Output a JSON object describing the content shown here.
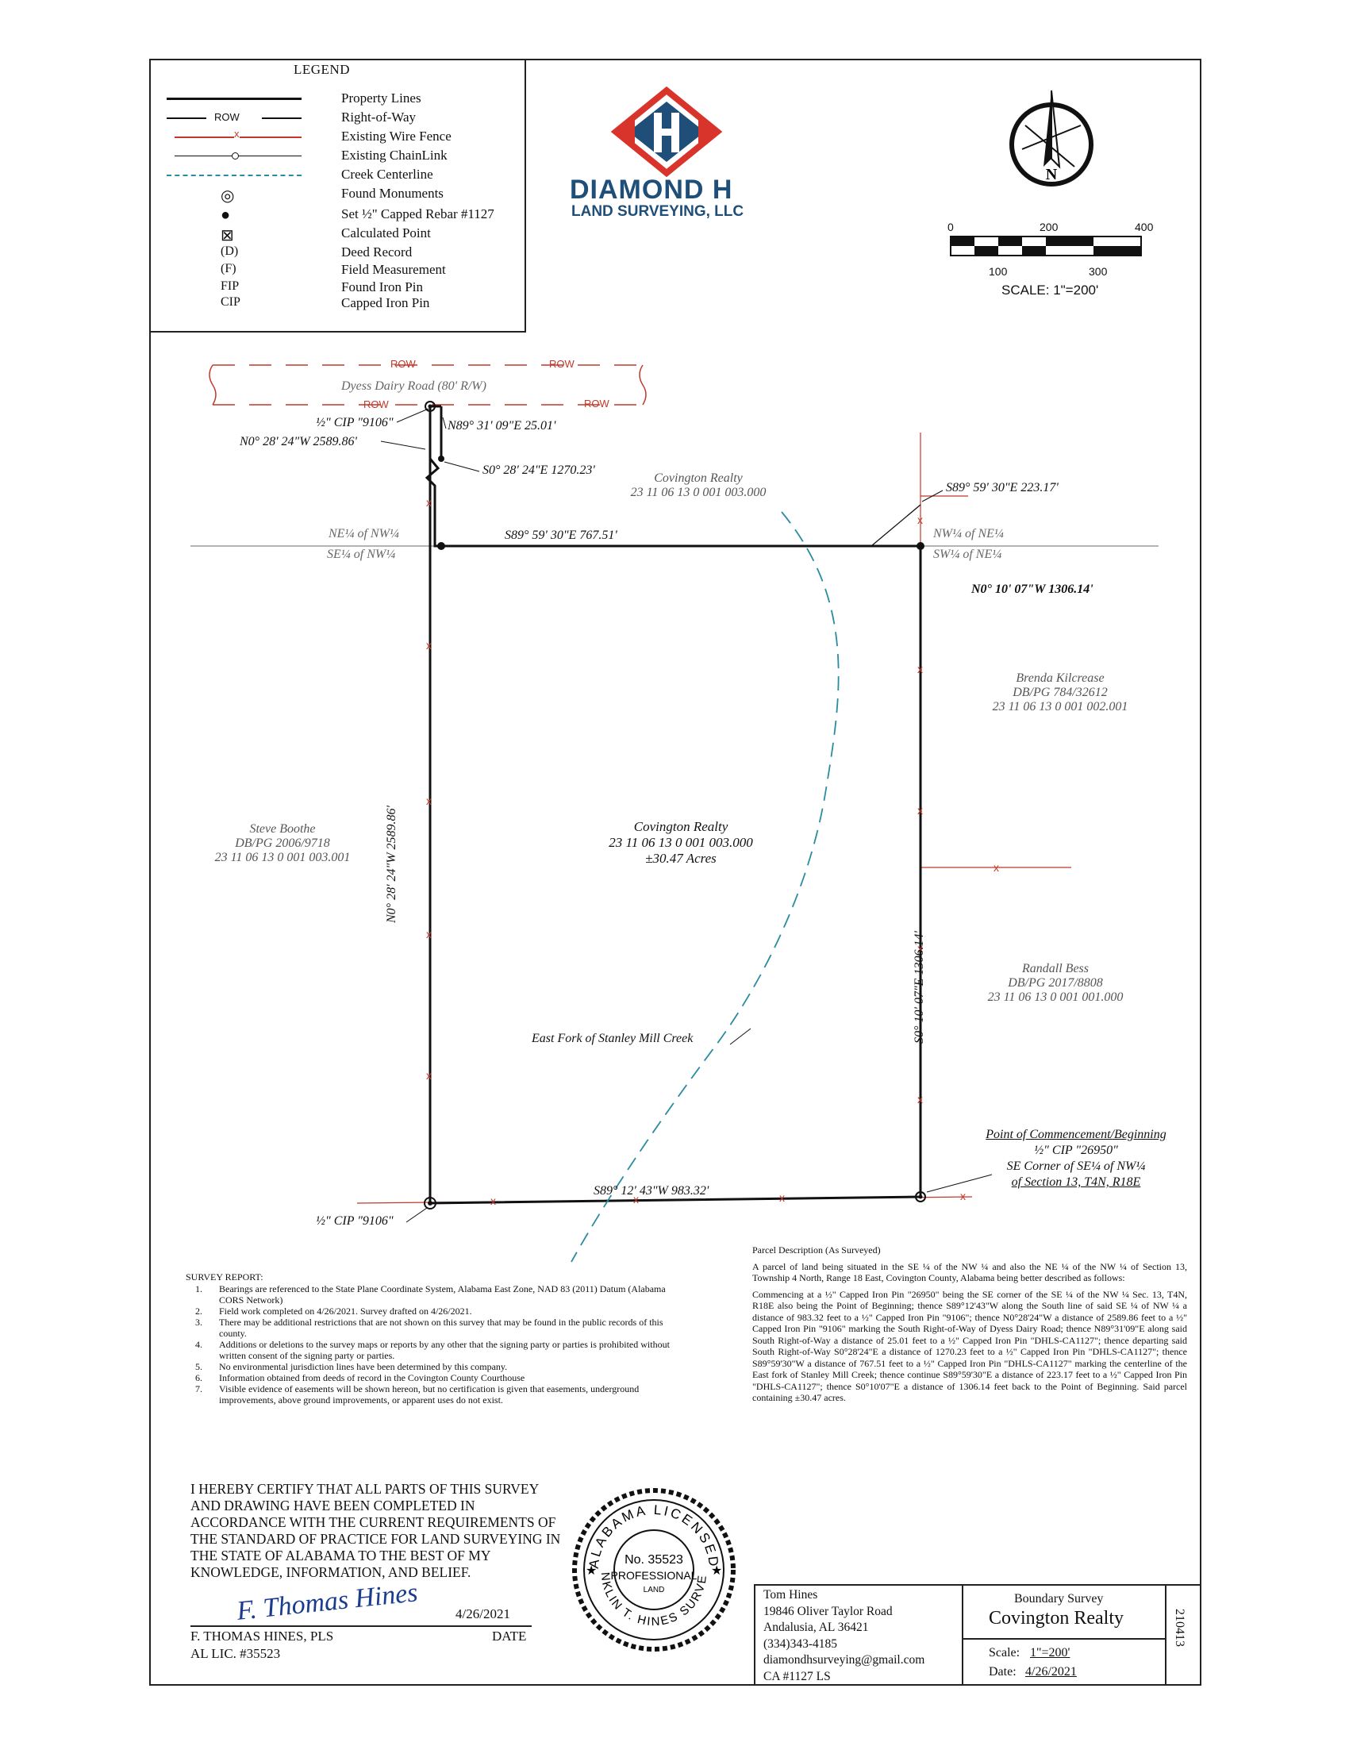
{
  "legend": {
    "title": "LEGEND",
    "items": [
      {
        "symbol": "",
        "label": "Property Lines"
      },
      {
        "symbol": "ROW",
        "label": "Right-of-Way"
      },
      {
        "symbol": "x",
        "label": "Existing Wire Fence"
      },
      {
        "symbol": "",
        "label": "Existing ChainLink"
      },
      {
        "symbol": "",
        "label": "Creek Centerline"
      },
      {
        "symbol": "◎",
        "label": "Found Monuments"
      },
      {
        "symbol": "●",
        "label": "Set ½\" Capped Rebar #1127"
      },
      {
        "symbol": "⊠",
        "label": "Calculated Point"
      },
      {
        "symbol": "(D)",
        "label": "Deed Record"
      },
      {
        "symbol": "(F)",
        "label": "Field Measurement"
      },
      {
        "symbol": "FIP",
        "label": "Found Iron Pin"
      },
      {
        "symbol": "CIP",
        "label": "Capped Iron Pin"
      }
    ]
  },
  "company": {
    "name": "DIAMOND H",
    "subtitle": "LAND SURVEYING, LLC",
    "colors": {
      "blue": "#1f4e79",
      "red": "#d9342b"
    }
  },
  "north_arrow": {
    "letter": "N"
  },
  "scale_bar": {
    "top_ticks": [
      "0",
      "200",
      "400"
    ],
    "bottom_ticks": [
      "100",
      "300"
    ],
    "label": "SCALE: 1\"=200'"
  },
  "plat": {
    "road_name": "Dyess Dairy Road (80' R/W)",
    "row_label": "ROW",
    "fence_mark": "x",
    "calls": {
      "west_upper": "N0° 28' 24\"W 2589.86'",
      "row_short": "N89° 31' 09\"E 25.01'",
      "jog_south": "S0° 28' 24\"E 1270.23'",
      "north_line": "S89° 59' 30\"E 767.51'",
      "ne_short": "S89° 59' 30\"E 223.17'",
      "east_upper": "N0° 10' 07\"W 1306.14'",
      "east_side": "S0° 10' 07\"E 1306.14'",
      "west_side": "N0° 28' 24\"W 2589.86'",
      "south_line": "S89° 12' 43\"W 983.32'"
    },
    "pins": {
      "top": "½\" CIP \"9106\"",
      "bottom": "½\" CIP \"9106\""
    },
    "quarter_labels": {
      "nw_top": "NE¼ of NW¼",
      "nw_bottom": "SE¼ of NW¼",
      "ne_top": "NW¼ of NE¼",
      "ne_bottom": "SW¼ of NE¼"
    },
    "owners": {
      "north": {
        "name": "Covington Realty",
        "parcel": "23 11 06 13 0 001 003.000"
      },
      "subject": {
        "name": "Covington Realty",
        "parcel": "23 11 06 13 0 001 003.000",
        "acres": "±30.47 Acres"
      },
      "west": {
        "name": "Steve Boothe",
        "deed": "DB/PG 2006/9718",
        "parcel": "23 11 06 13 0 001 003.001"
      },
      "east_upper": {
        "name": "Brenda Kilcrease",
        "deed": "DB/PG 784/32612",
        "parcel": "23 11 06 13 0 001 002.001"
      },
      "east_lower": {
        "name": "Randall Bess",
        "deed": "DB/PG 2017/8808",
        "parcel": "23 11 06 13 0 001 001.000"
      }
    },
    "creek": "East Fork of Stanley Mill Creek",
    "pob": {
      "title": "Point of Commencement/Beginning",
      "pin": "½\" CIP \"26950\"",
      "line1": "SE Corner of SE¼ of NW¼",
      "line2": "of Section 13, T4N, R18E"
    }
  },
  "survey_report": {
    "title": "SURVEY REPORT:",
    "items": [
      {
        "n": "1.",
        "text": "Bearings are referenced to the State Plane Coordinate System, Alabama East Zone, NAD 83 (2011) Datum (Alabama CORS Network)"
      },
      {
        "n": "2.",
        "text": "Field work completed on 4/26/2021. Survey drafted on 4/26/2021."
      },
      {
        "n": "3.",
        "text": "There may be additional restrictions that are not shown on this survey that may be found in the public records of this county."
      },
      {
        "n": "4.",
        "text": "Additions or deletions to the survey maps or reports by any other that the signing party or parties is prohibited without written consent of the signing party or parties."
      },
      {
        "n": "5.",
        "text": "No environmental jurisdiction lines have been determined by this company."
      },
      {
        "n": "6.",
        "text": "Information obtained from deeds of record in the Covington County Courthouse"
      },
      {
        "n": "7.",
        "text": "Visible evidence of easements will be shown hereon, but no certification is given that easements, underground improvements, above ground improvements, or apparent uses do not exist."
      }
    ]
  },
  "parcel_description": {
    "title": "Parcel Description (As Surveyed)",
    "p1": "A parcel of land being situated in the SE ¼ of the NW ¼ and also the NE ¼ of the NW ¼ of Section 13, Township 4 North, Range 18 East, Covington County, Alabama being better described as follows:",
    "p2": "Commencing at a ½\" Capped Iron Pin \"26950\" being the SE corner of the SE ¼ of the NW ¼ Sec. 13, T4N, R18E also being the Point of Beginning; thence S89°12'43\"W along the South line of said SE ¼ of NW ¼ a distance of 983.32 feet to a ½\" Capped Iron Pin \"9106\"; thence N0°28'24\"W a distance of 2589.86 feet to a ½\" Capped Iron Pin \"9106\" marking the South Right-of-Way of Dyess Dairy Road; thence N89°31'09\"E along said South Right-of-Way a distance of 25.01 feet to a ½\" Capped Iron Pin \"DHLS-CA1127\"; thence departing said South Right-of-Way S0°28'24\"E a distance of 1270.23 feet to a ½\" Capped Iron Pin \"DHLS-CA1127\"; thence S89°59'30\"W a distance of 767.51 feet to a ½\" Capped Iron Pin \"DHLS-CA1127\" marking the centerline of the East fork of Stanley Mill Creek; thence continue S89°59'30\"E a distance of 223.17 feet to a ½\" Capped Iron Pin \"DHLS-CA1127\"; thence S0°10'07\"E a distance of 1306.14 feet back to the Point of Beginning. Said parcel containing ±30.47 acres."
  },
  "certification": {
    "text": "I HEREBY CERTIFY THAT ALL PARTS OF THIS SURVEY AND DRAWING HAVE BEEN COMPLETED IN ACCORDANCE WITH THE CURRENT REQUIREMENTS OF THE STANDARD OF PRACTICE FOR LAND SURVEYING IN THE STATE OF ALABAMA TO THE BEST OF MY KNOWLEDGE, INFORMATION, AND BELIEF.",
    "date": "4/26/2021",
    "surveyor": "F. THOMAS HINES, PLS",
    "license": "AL LIC. #35523",
    "date_label": "DATE",
    "signature": "F. Thomas Hines"
  },
  "seal": {
    "top": "ALABAMA LICENSED",
    "number": "No. 35523",
    "line1": "PROFESSIONAL",
    "line2": "LAND",
    "bottom": "FRANKLIN T. HINES SURVEYOR"
  },
  "title_block": {
    "name": "Tom Hines",
    "address1": "19846 Oliver Taylor Road",
    "address2": "Andalusia, AL 36421",
    "phone": "(334)343-4185",
    "email": "diamondhsurveying@gmail.com",
    "ca": "CA #1127 LS",
    "survey_type": "Boundary Survey",
    "client": "Covington Realty",
    "scale_label": "Scale:",
    "scale_value": "1\"=200'",
    "date_label": "Date:",
    "date_value": "4/26/2021",
    "job_no": "210413"
  }
}
